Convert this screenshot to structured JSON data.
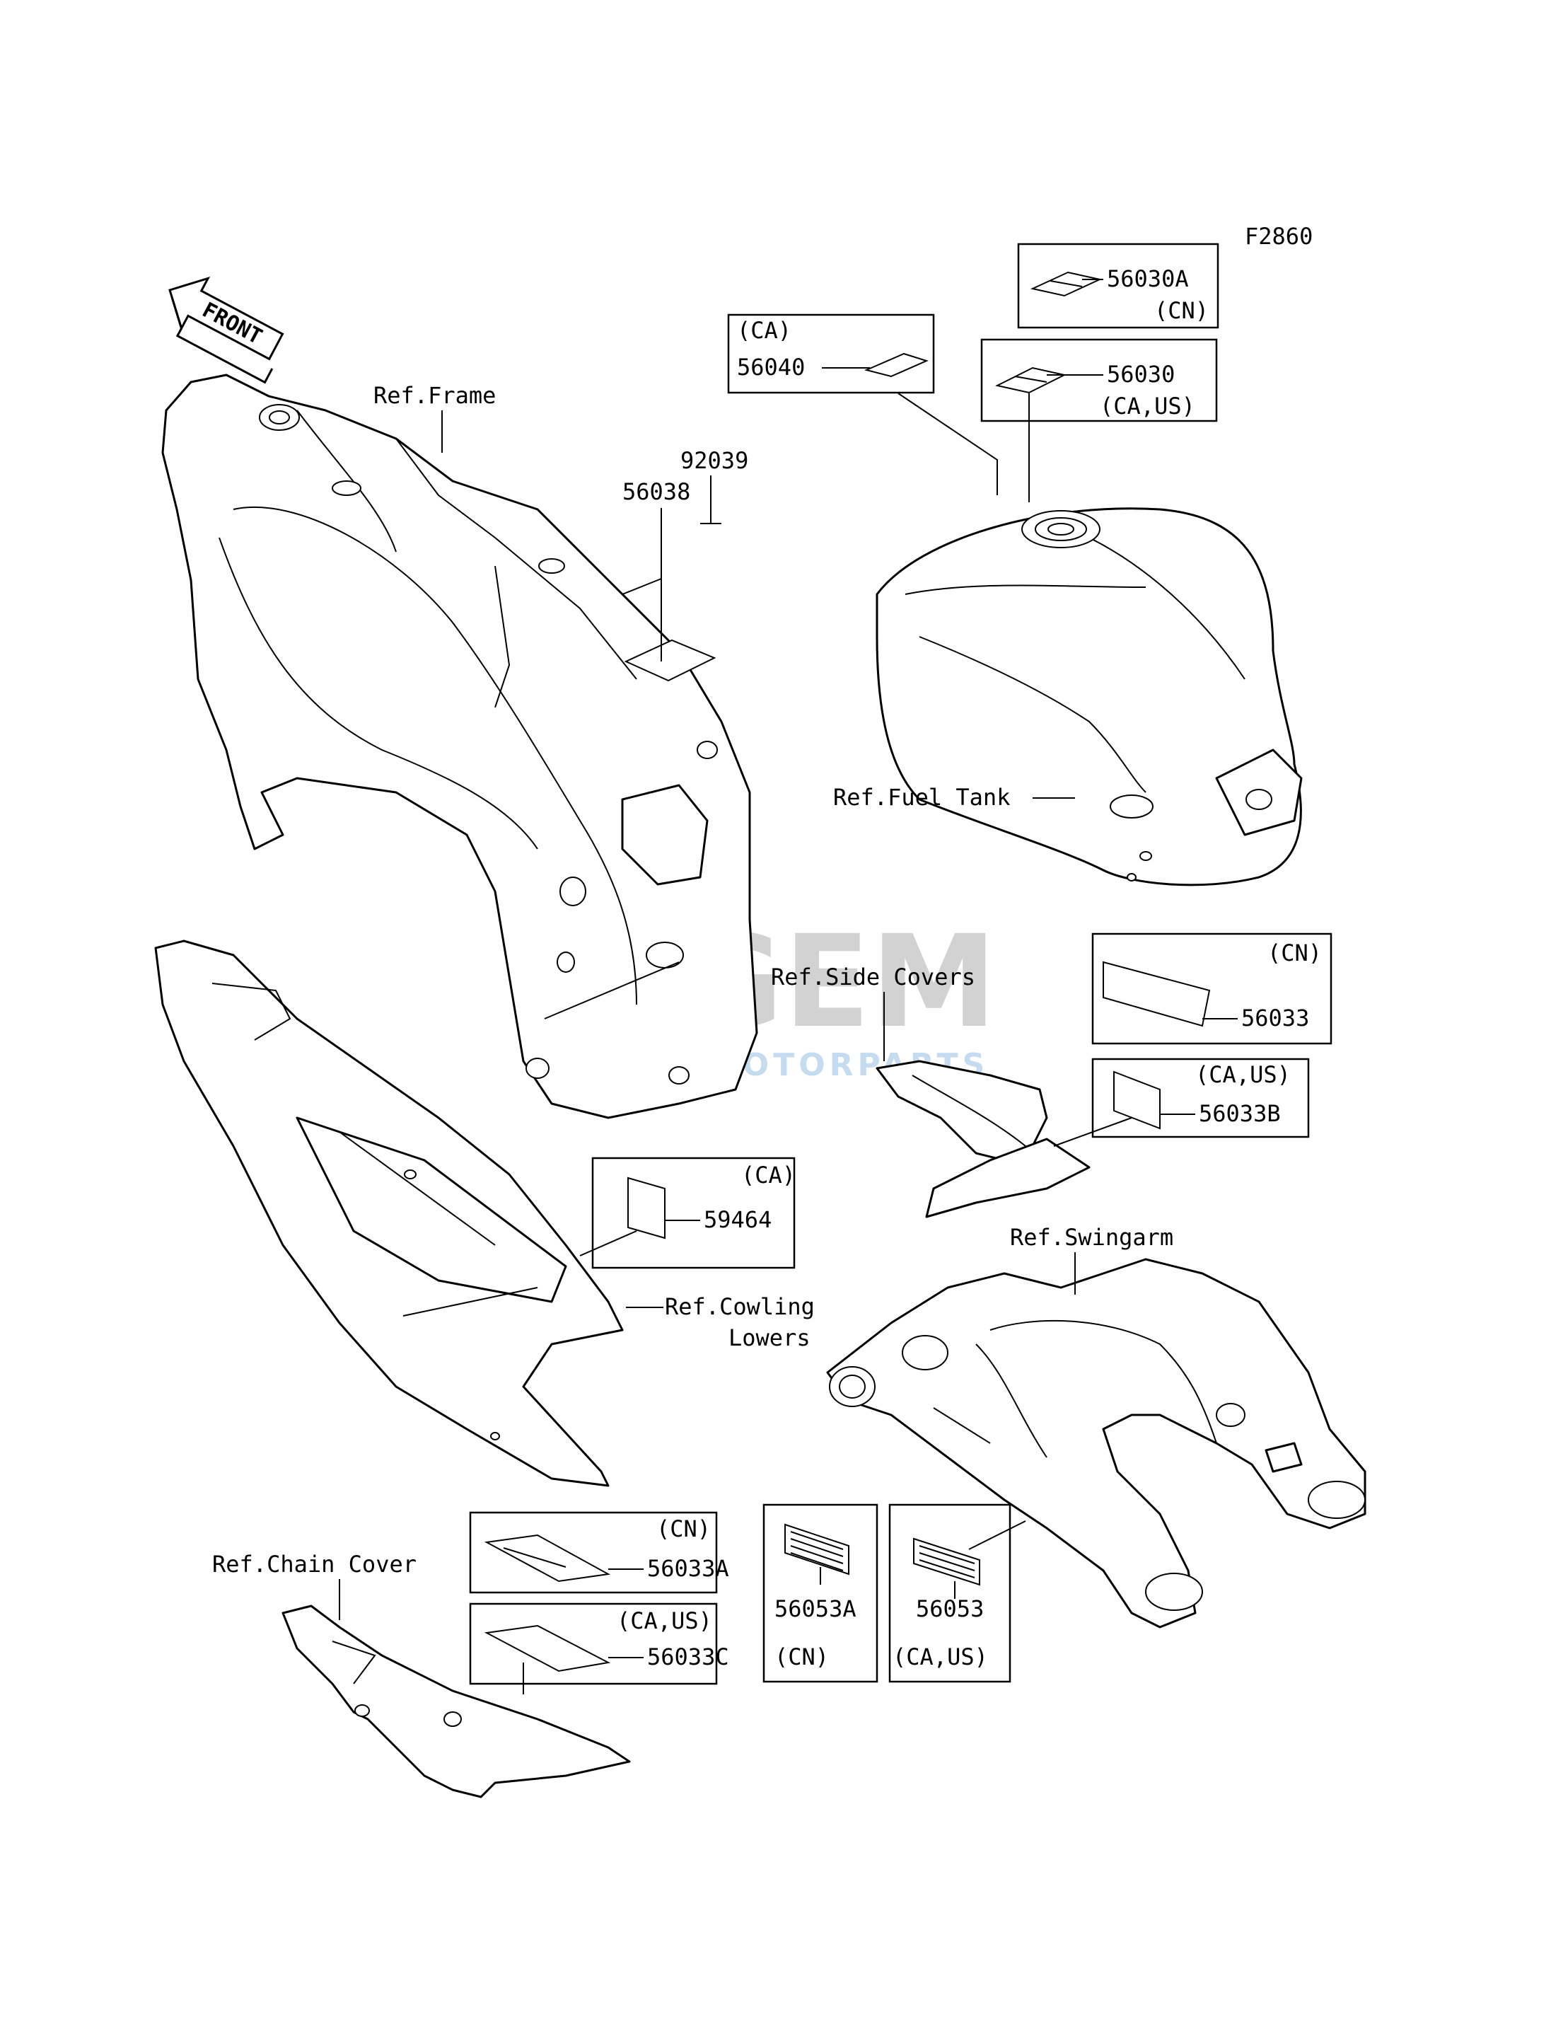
{
  "figure_code": "F2860",
  "front_arrow": "FRONT",
  "references": {
    "frame": "Ref.Frame",
    "fuel_tank": "Ref.Fuel Tank",
    "side_covers": "Ref.Side Covers",
    "swingarm": "Ref.Swingarm",
    "cowling_line1": "Ref.Cowling",
    "cowling_line2": "Lowers",
    "chain_cover": "Ref.Chain Cover"
  },
  "parts": {
    "p56030A": {
      "number": "56030A",
      "region": "(CN)"
    },
    "p56040": {
      "number": "56040",
      "region": "(CA)"
    },
    "p56030": {
      "number": "56030",
      "region": "(CA,US)"
    },
    "p92039": {
      "number": "92039"
    },
    "p56038": {
      "number": "56038"
    },
    "p56033": {
      "number": "56033",
      "region": "(CN)"
    },
    "p56033B": {
      "number": "56033B",
      "region": "(CA,US)"
    },
    "p59464": {
      "number": "59464",
      "region": "(CA)"
    },
    "p56033A": {
      "number": "56033A",
      "region": "(CN)"
    },
    "p56033C": {
      "number": "56033C",
      "region": "(CA,US)"
    },
    "p56053A": {
      "number": "56053A",
      "region": "(CN)"
    },
    "p56053": {
      "number": "56053",
      "region": "(CA,US)"
    }
  },
  "watermark": {
    "brand": "GEM",
    "subtitle": "MOTORPARTS",
    "color": "#5b9bd5"
  }
}
